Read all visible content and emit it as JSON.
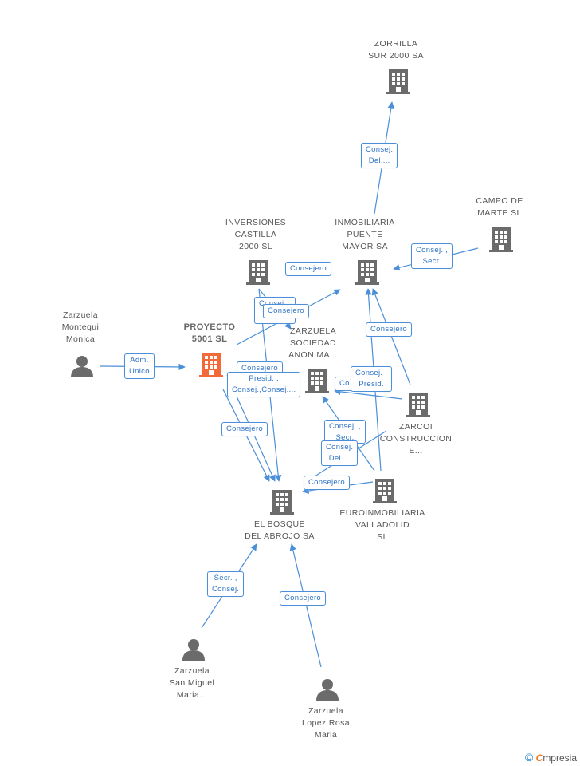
{
  "colors": {
    "edge": "#4a8fd8",
    "node": "#6b6b6b",
    "focus": "#f26a3a",
    "person": "#6b6b6b"
  },
  "nodes": {
    "zorrilla": [
      "ZORRILLA",
      "SUR 2000 SA"
    ],
    "campo": [
      "CAMPO DE",
      "MARTE  SL"
    ],
    "inversiones": [
      "INVERSIONES",
      "CASTILLA",
      "2000 SL"
    ],
    "inmobiliaria": [
      "INMOBILIARIA",
      "PUENTE",
      "MAYOR SA"
    ],
    "zarzuela_mm": [
      "Zarzuela",
      "Montequi",
      "Monica"
    ],
    "proyecto": [
      "PROYECTO",
      "5001 SL"
    ],
    "zarzuela_sa": [
      "ZARZUELA",
      "SOCIEDAD",
      "ANONIMA..."
    ],
    "zarcoi": [
      "ZARCOI",
      "CONSTRUCCION",
      "E..."
    ],
    "euroinmo": [
      "EUROINMOBILIARIA",
      "VALLADOLID",
      "SL"
    ],
    "bosque": [
      "EL BOSQUE",
      "DEL ABROJO SA"
    ],
    "zarzuela_sm": [
      "Zarzuela",
      "San Miguel",
      "Maria..."
    ],
    "zarzuela_lr": [
      "Zarzuela",
      "Lopez Rosa",
      "Maria"
    ]
  },
  "edges": {
    "consej_del_top": [
      "Consej.",
      "Del...."
    ],
    "consej_secr_campo": [
      "Consej. ,",
      "Secr."
    ],
    "consejero_inv": [
      "Consejero"
    ],
    "consejero_overlap_a": [
      "Consej..."
    ],
    "consejero_proj": [
      "Consejero"
    ],
    "consejero_inmo": [
      "Consejero"
    ],
    "adm_unico": [
      "Adm.",
      "Unico"
    ],
    "consejero_zsa": [
      "Consejero"
    ],
    "presid_consej": [
      "Presid. ,",
      "Consej.,Consej...."
    ],
    "con_small": [
      "Co"
    ],
    "consej_presid": [
      "Consej. ,",
      "Presid."
    ],
    "consejero_left": [
      "Consejero"
    ],
    "consej_secr_mid": [
      "Consej. ,",
      "Secr."
    ],
    "consej_del_mid": [
      "Consej.",
      "Del...."
    ],
    "consejero_euro": [
      "Consejero"
    ],
    "secr_consej_bottom": [
      "Secr. ,",
      "Consej."
    ],
    "consejero_bottom": [
      "Consejero"
    ]
  },
  "brand": {
    "copyright": "©",
    "logo_first": "C",
    "logo_rest": "mpresia"
  }
}
